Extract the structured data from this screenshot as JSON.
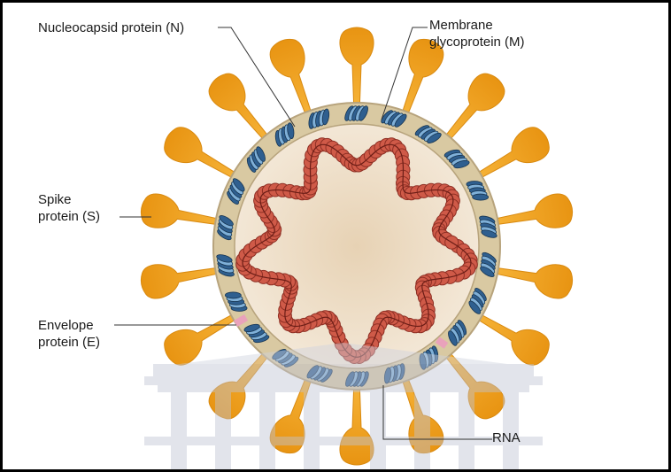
{
  "labels": {
    "nucleocapsid": "Nucleocapsid protein (N)",
    "membrane_line1": "Membrane",
    "membrane_line2": "glycoprotein (M)",
    "spike_line1": "Spike",
    "spike_line2": "protein (S)",
    "envelope_line1": "Envelope",
    "envelope_line2": "protein (E)",
    "rna": "RNA"
  },
  "colors": {
    "spike": "#f5a623",
    "envelope": "#d8c9a3",
    "interior": "#e9d8bf",
    "nucleocapsid": "#c94a3b",
    "membrane_protein": "#2f5f8f",
    "envelope_protein": "#e6a0b8",
    "watermark": "#c8ccd8"
  },
  "icons": [
    "spike-protein-icon",
    "membrane-protein-icon",
    "envelope-protein-icon",
    "nucleocapsid-icon",
    "watermark-building-icon"
  ]
}
